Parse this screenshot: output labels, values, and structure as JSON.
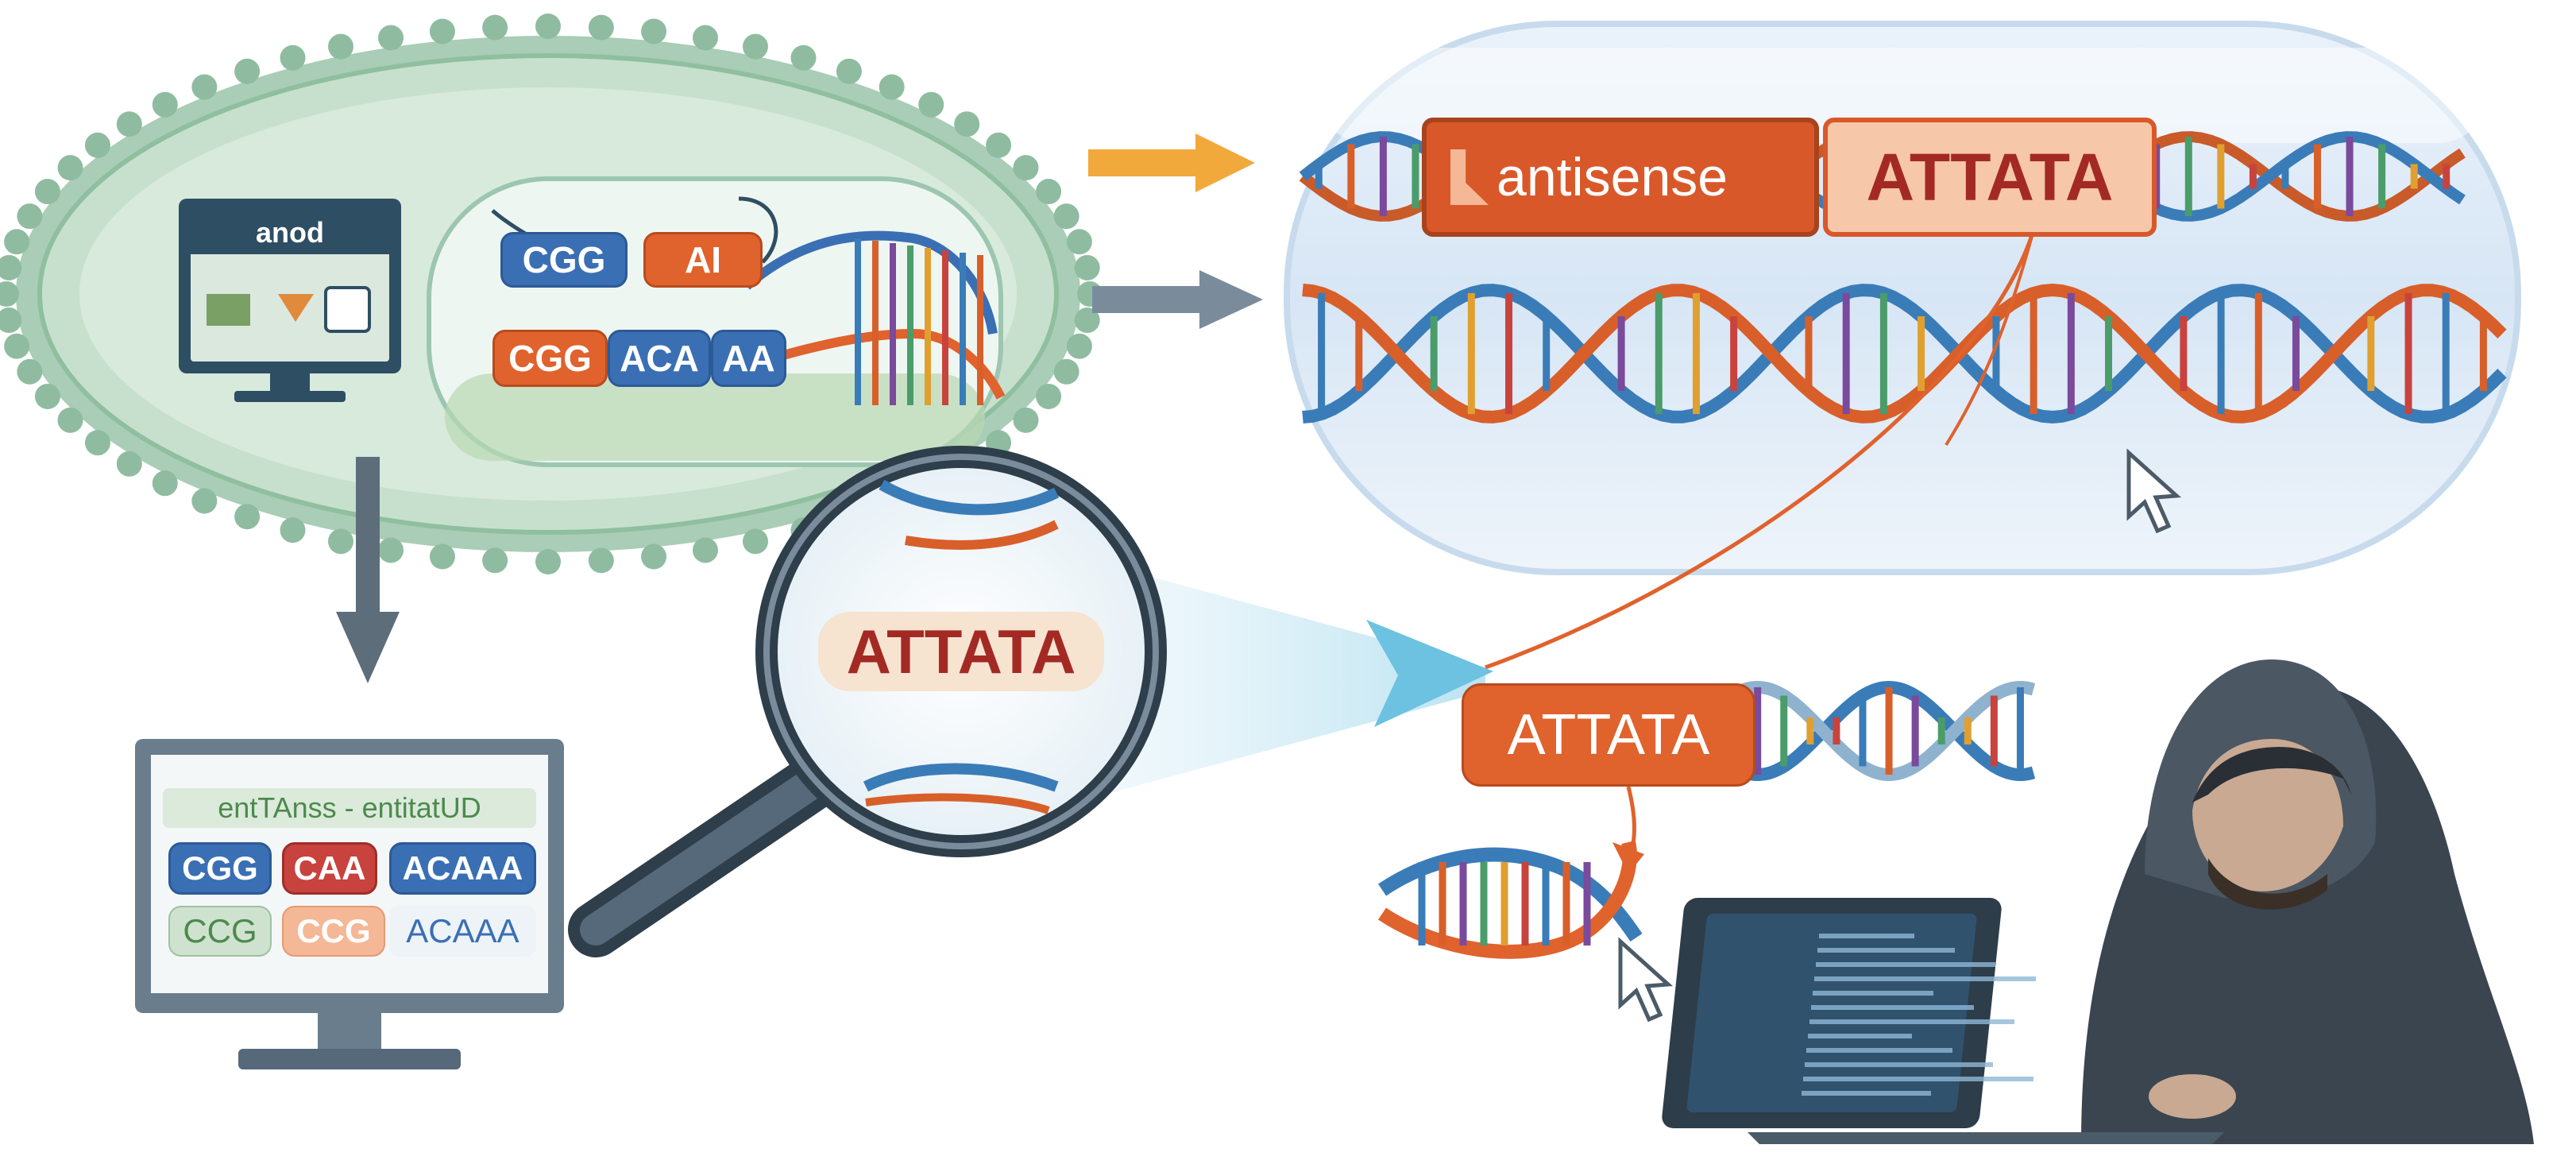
{
  "cell": {
    "screen_label": "anod",
    "strand_top": [
      "CGG",
      "AI"
    ],
    "strand_bottom": [
      "CGG",
      "ACA",
      "AA"
    ]
  },
  "magnifier": {
    "label": "ATTATA"
  },
  "monitor": {
    "header": "entTAnss - entitatUD",
    "row1": [
      "CGG",
      "CAA",
      "ACAAA"
    ],
    "row2": [
      "CCG",
      "CCG",
      "ACAAA"
    ]
  },
  "capsule": {
    "antisense_label": "antisense",
    "sequence_label": "ATTATA"
  },
  "highlight": {
    "label": "ATTATA"
  },
  "colors": {
    "orange": "#e0622c",
    "blue": "#3a6fb4",
    "red": "#c8433d",
    "cell_green": "#b9d6c3",
    "dark_red_text": "#a32a24"
  }
}
